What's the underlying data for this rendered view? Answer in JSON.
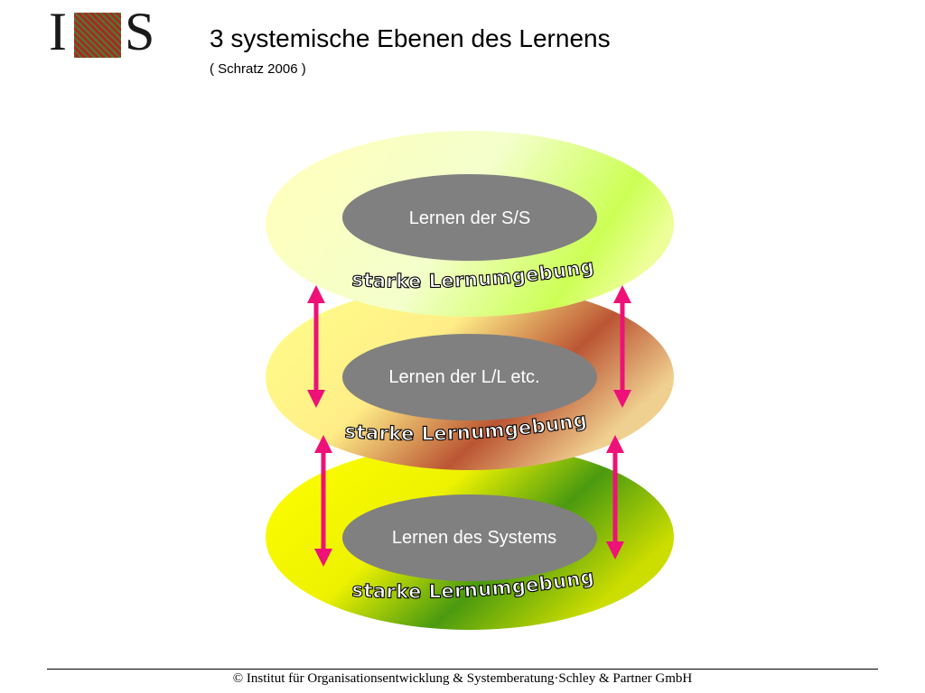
{
  "logo": {
    "letter_left": "I",
    "letter_right": "S"
  },
  "title": "3 systemische Ebenen des Lernens",
  "subtitle": "( Schratz 2006 )",
  "levels": [
    {
      "label": "Lernen der S/S",
      "arc_text": "starke Lernumgebung"
    },
    {
      "label": "Lernen der L/L etc.",
      "arc_text": "starke Lernumgebung"
    },
    {
      "label": "Lernen des Systems",
      "arc_text": "starke Lernumgebung"
    }
  ],
  "colors": {
    "ring_top": "#eeff88",
    "ring_middle_accent": "#bb5533",
    "ring_bottom_accent": "#4a9a10",
    "inner_ellipse": "#808080",
    "arrow": "#ee1177"
  },
  "footer": "© Institut für Organisationsentwicklung & Systemberatung·Schley & Partner GmbH"
}
